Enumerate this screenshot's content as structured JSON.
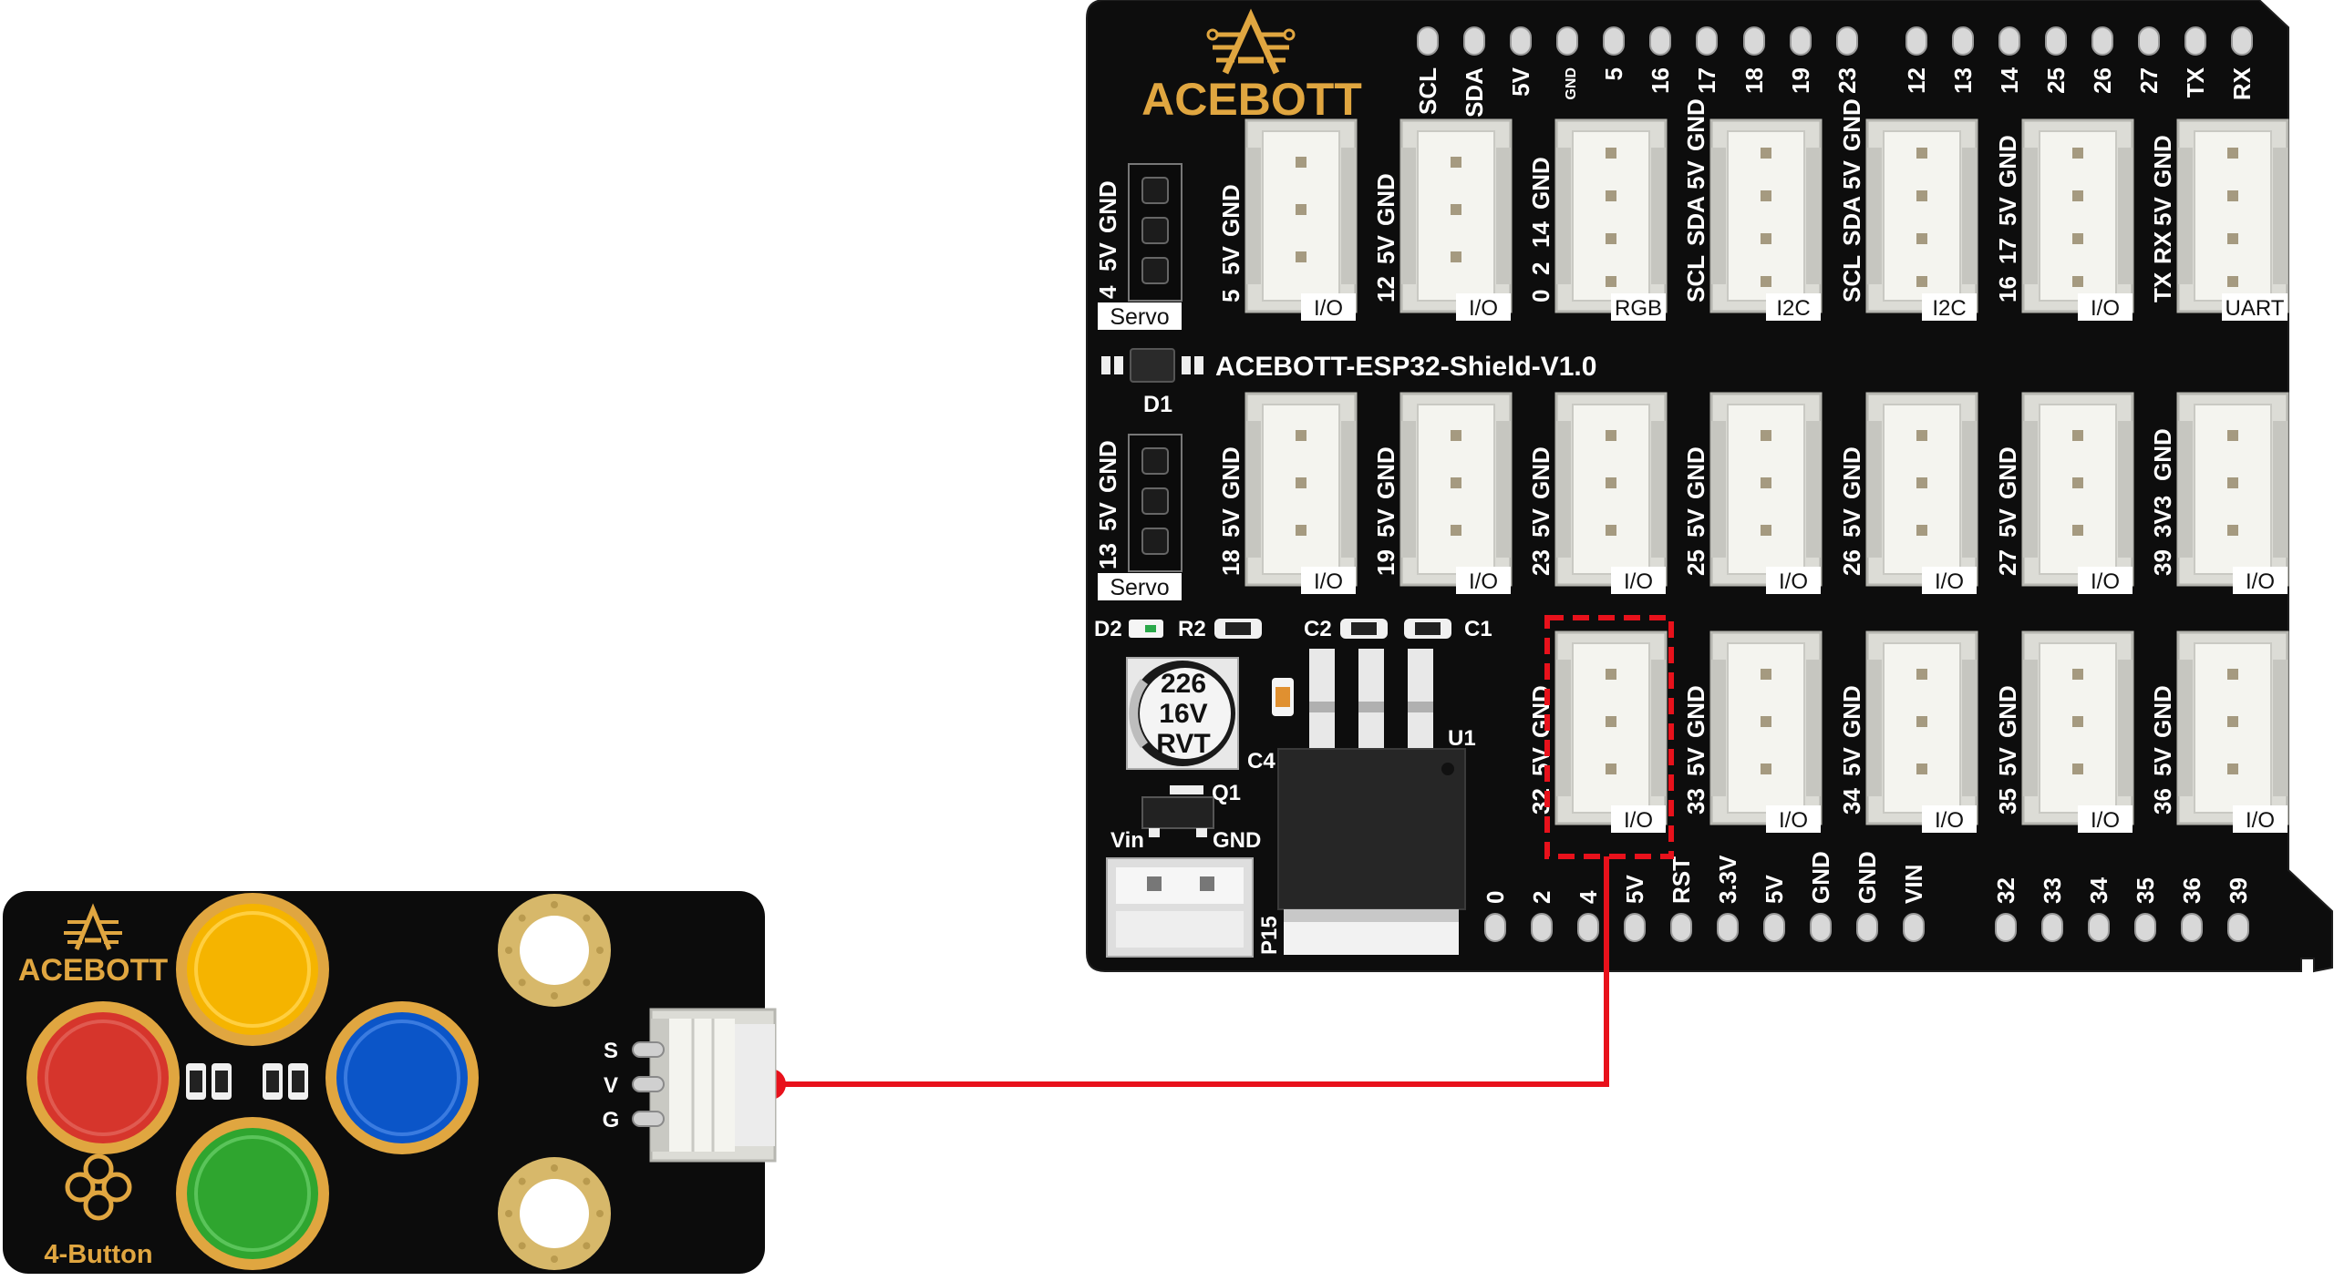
{
  "shield": {
    "brand": "ACEBOTT",
    "board_name": "ACEBOTT-ESP32-Shield-V1.0",
    "top_pins": [
      "SCL",
      "SDA",
      "5V",
      "GND",
      "5",
      "16",
      "17",
      "18",
      "19",
      "23",
      "12",
      "13",
      "14",
      "25",
      "26",
      "27",
      "TX",
      "RX"
    ],
    "bottom_pins": [
      "0",
      "2",
      "4",
      "5V",
      "RST",
      "3.3V",
      "5V",
      "GND",
      "GND",
      "VIN",
      "32",
      "33",
      "34",
      "35",
      "36",
      "39"
    ],
    "servo_headers": [
      {
        "label": "Servo",
        "pins": [
          "GND",
          "5V",
          "4"
        ]
      },
      {
        "label": "Servo",
        "pins": [
          "GND",
          "5V",
          "13"
        ]
      }
    ],
    "connectors_row1": [
      {
        "pins": [
          "GND",
          "5V",
          "5"
        ],
        "tag": "I/O"
      },
      {
        "pins": [
          "GND",
          "5V",
          "12"
        ],
        "tag": "I/O"
      },
      {
        "pins": [
          "GND",
          "14",
          "2",
          "0"
        ],
        "tag": "RGB"
      },
      {
        "pins": [
          "GND",
          "5V",
          "SDA",
          "SCL"
        ],
        "tag": "I2C"
      },
      {
        "pins": [
          "GND",
          "5V",
          "SDA",
          "SCL"
        ],
        "tag": "I2C"
      },
      {
        "pins": [
          "GND",
          "5V",
          "17",
          "16"
        ],
        "tag": "I/O"
      },
      {
        "pins": [
          "GND",
          "5V",
          "RX",
          "TX"
        ],
        "tag": "UART"
      }
    ],
    "connectors_row2": [
      {
        "pins": [
          "GND",
          "5V",
          "18"
        ],
        "tag": "I/O"
      },
      {
        "pins": [
          "GND",
          "5V",
          "19"
        ],
        "tag": "I/O"
      },
      {
        "pins": [
          "GND",
          "5V",
          "23"
        ],
        "tag": "I/O"
      },
      {
        "pins": [
          "GND",
          "5V",
          "25"
        ],
        "tag": "I/O"
      },
      {
        "pins": [
          "GND",
          "5V",
          "26"
        ],
        "tag": "I/O"
      },
      {
        "pins": [
          "GND",
          "5V",
          "27"
        ],
        "tag": "I/O"
      },
      {
        "pins": [
          "GND",
          "3V3",
          "39"
        ],
        "tag": "I/O"
      }
    ],
    "connectors_row3": [
      {
        "pins": [
          "GND",
          "5V",
          "32"
        ],
        "tag": "I/O"
      },
      {
        "pins": [
          "GND",
          "5V",
          "33"
        ],
        "tag": "I/O"
      },
      {
        "pins": [
          "GND",
          "5V",
          "34"
        ],
        "tag": "I/O"
      },
      {
        "pins": [
          "GND",
          "5V",
          "35"
        ],
        "tag": "I/O"
      },
      {
        "pins": [
          "GND",
          "5V",
          "36"
        ],
        "tag": "I/O"
      }
    ],
    "components": {
      "d1": "D1",
      "d2": "D2",
      "r2": "R2",
      "c2": "C2",
      "c1": "C1",
      "c4": "C4",
      "q1": "Q1",
      "u1": "U1",
      "p15": "P15",
      "vin": "Vin",
      "gnd": "GND",
      "capacitor_lines": [
        "226",
        "16V",
        "RVT"
      ]
    }
  },
  "module": {
    "brand": "ACEBOTT",
    "name": "4-Button",
    "pins": [
      "S",
      "V",
      "G"
    ],
    "button_colors": {
      "yellow": "#f5b400",
      "red": "#d6352c",
      "blue": "#0b55c8",
      "green": "#2fa52f"
    }
  },
  "wire": {
    "color": "#e8111b"
  },
  "highlight_color": "#e8111b"
}
